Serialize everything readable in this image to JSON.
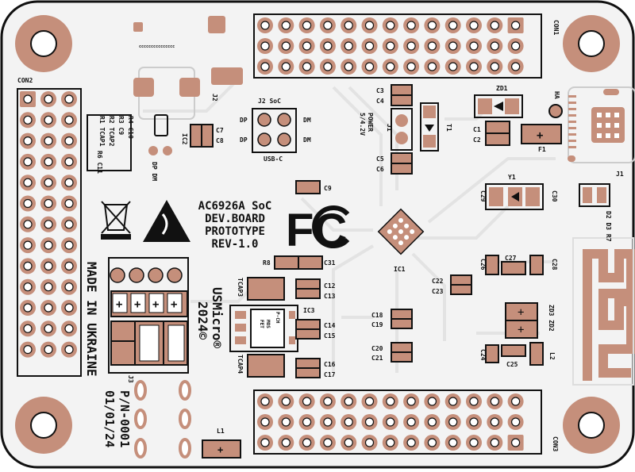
{
  "board": {
    "title_lines": [
      "AC6926A SoC",
      "DEV.BOARD",
      "PROTOTYPE",
      "REV-1.0"
    ],
    "made_in": "MADE IN UKRAINE",
    "maker_lines": [
      "USMicro®",
      "2024©"
    ],
    "part_lines": [
      "P/N-0001",
      "01/01/24"
    ],
    "fcc_logo": "FC",
    "tiny_marks": "ccccccccccccccc"
  },
  "labels": {
    "con1": "CON1",
    "con2": "CON2",
    "con3": "CON3",
    "j1": "J1",
    "j2": "J2",
    "j3": "J3",
    "ic1": "IC1",
    "ic2": "IC2",
    "ic3": "IC3",
    "f1": "F1",
    "l1": "L1",
    "l2": "L2",
    "y1": "Y1",
    "zd1": "ZD1",
    "zd2zd3": "ZD3 ZD2",
    "t1": "T1",
    "r8": "R8",
    "ha": "HA",
    "leds": "D2 D3 R7",
    "resistor_list": [
      "R1 TCAP1",
      "R2 TCAP2",
      "R3 C9",
      "R4 C10"
    ],
    "r6_note": "R6 C11",
    "dp_dm_left": "DP DM",
    "usb_header": "J2 SoC",
    "usb_dp_1": "DP",
    "usb_dm_1": "DM",
    "usb_dp_2": "DP",
    "usb_dm_2": "DM",
    "usb_c": "USB-C",
    "j1_label": "J1",
    "power_lines": [
      "POWER",
      "5/4.2V"
    ],
    "tcap3": "TCAP3",
    "tcap4": "TCAP4",
    "mosfet_lines": [
      "P-CH",
      "MOS",
      "FET"
    ],
    "caps": {
      "c1": "C1",
      "c2": "C2",
      "c3": "C3",
      "c4": "C4",
      "c5": "C5",
      "c6": "C6",
      "c7": "C7",
      "c8": "C8",
      "c9": "C9",
      "c12": "C12",
      "c13": "C13",
      "c14": "C14",
      "c15": "C15",
      "c16": "C16",
      "c17": "C17",
      "c18": "C18",
      "c19": "C19",
      "c20": "C20",
      "c21": "C21",
      "c22": "C22",
      "c23": "C23",
      "c24": "C24",
      "c25": "C25",
      "c26": "C26",
      "c27": "C27",
      "c28": "C28",
      "c29": "C29",
      "c30": "C30",
      "c31": "C31"
    }
  },
  "colors": {
    "pcb": "#f3f3f3",
    "trace": "#e6e6e6",
    "pad": "#c58f7b",
    "pad_dark": "#a86f5b",
    "silk": "#111111"
  }
}
